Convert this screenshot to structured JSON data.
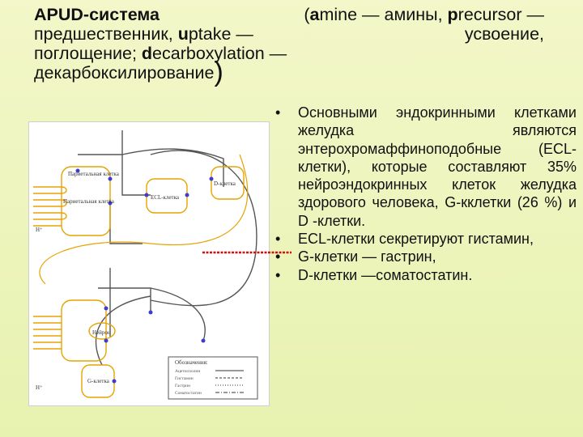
{
  "title": {
    "line1_bold_a": "APUD-система",
    "line1_rest_a": "(",
    "line1_bold_b": "a",
    "line1_rest_b": "mine — амины, ",
    "line1_bold_c": "p",
    "line1_rest_c": "recursor —",
    "line2_left": "предшественник, ",
    "line2_bold": "u",
    "line2_mid": "ptake —",
    "line2_right": "усвоение,",
    "line3_pre": "поглощение; ",
    "line3_bold": "d",
    "line3_rest": "ecarboxylation —",
    "line4": "декарбоксилирование",
    "line4_paren": ")"
  },
  "bullets": [
    "Основными эндокринными клетками желудка являются энтерохромаффиноподобные (ECL-клетки), которые составляют 35% нейроэндокринных клеток желудка здорового человека, G-кклетки (26 %) и D -клетки.",
    "ECL-клетки секретируют гистамин,",
    "G-клетки — гастрин,",
    "D-клетки —соматостатин."
  ],
  "figure": {
    "label_parietal_top": "Париетальная клетка",
    "label_parietal_mid": "Париетальная клетка",
    "label_ecl": "ECL-клетка",
    "label_neuron": "Нейрон",
    "label_d": "D-клетка",
    "label_g": "G-клетка",
    "label_h_top": "H⁺",
    "label_h_bottom": "H⁺",
    "legend_title": "Обозначения:",
    "legend_items": [
      "Ацетилхолин",
      "Гистамин",
      "Гастрин",
      "Соматостатин"
    ]
  },
  "colors": {
    "cell_outline": "#e6a400",
    "nerve_line": "#555555",
    "receptor": "#3b3bd6",
    "pointer": "#d01010"
  }
}
